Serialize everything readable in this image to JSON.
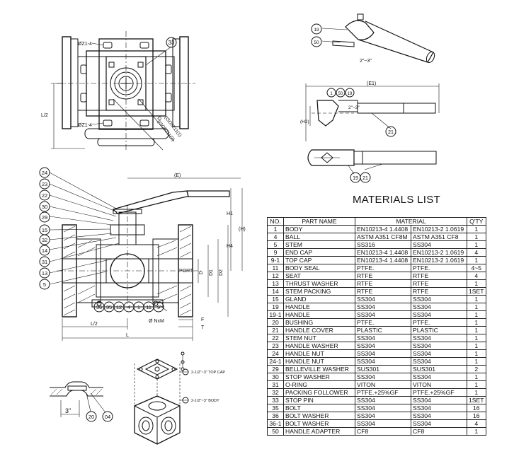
{
  "title": "MATERIALS LIST",
  "table": {
    "headers": [
      "NO.",
      "PART NAME",
      "MATERIAL",
      "Q'TY"
    ],
    "rows": [
      [
        "1",
        "BODY",
        "EN10213-4 1.4408",
        "EN10213-2 1.0619",
        "1"
      ],
      [
        "4",
        "BALL",
        "ASTM A351 CF8M",
        "ASTM A351 CF8",
        "1"
      ],
      [
        "5",
        "STEM",
        "SS316",
        "SS304",
        "1"
      ],
      [
        "9",
        "END CAP",
        "EN10213-4 1.4408",
        "EN10213-2 1.0619",
        "4"
      ],
      [
        "9-1",
        "TOP CAP",
        "EN10213-4 1.4408",
        "EN10213-2 1.0619",
        "1"
      ],
      [
        "11",
        "BODY SEAL",
        "PTFE.",
        "PTFE.",
        "4~5"
      ],
      [
        "12",
        "SEAT",
        "RTFE",
        "RTFE",
        "4"
      ],
      [
        "13",
        "THRUST WASHER",
        "RTFE",
        "RTFE",
        "1"
      ],
      [
        "14",
        "STEM PACKING",
        "RTFE",
        "RTFE",
        "1SET"
      ],
      [
        "15",
        "GLAND",
        "SS304",
        "SS304",
        "1"
      ],
      [
        "19",
        "HANDLE",
        "SS304",
        "SS304",
        "1"
      ],
      [
        "19-1",
        "HANDLE",
        "SS304",
        "SS304",
        "1"
      ],
      [
        "20",
        "BUSHING",
        "PTFE.",
        "PTFE.",
        "1"
      ],
      [
        "21",
        "HANDLE COVER",
        "PLASTIC",
        "PLASTIC",
        "1"
      ],
      [
        "22",
        "STEM NUT",
        "SS304",
        "SS304",
        "1"
      ],
      [
        "23",
        "HANDLE WASHER",
        "SS304",
        "SS304",
        "1"
      ],
      [
        "24",
        "HANDLE NUT",
        "SS304",
        "SS304",
        "1"
      ],
      [
        "24-1",
        "HANDLE NUT",
        "SS304",
        "SS304",
        "1"
      ],
      [
        "29",
        "BELLEVILLE WASHER",
        "SUS301",
        "SUS301",
        "2"
      ],
      [
        "30",
        "STOP WASHER",
        "SS304",
        "SS304",
        "1"
      ],
      [
        "31",
        "O-RING",
        "VITON",
        "VITON",
        "1"
      ],
      [
        "32",
        "PACKING FOLLOWER",
        "PTFE.+25%GF",
        "PTFE.+25%GF",
        "1"
      ],
      [
        "33",
        "STOP PIN",
        "SS304",
        "SS304",
        "1SET"
      ],
      [
        "35",
        "BOLT",
        "SS304",
        "SS304",
        "16"
      ],
      [
        "36",
        "BOLT WASHER",
        "SS304",
        "SS304",
        "16"
      ],
      [
        "36-1",
        "BOLT WASHER",
        "SS304",
        "SS304",
        "4"
      ],
      [
        "50",
        "HANDLE ADAPTER",
        "CF8",
        "CF8",
        "1"
      ]
    ]
  },
  "labels": {
    "oz1_top": "ØZ1-4",
    "oz1_bottom": "ØZ1-4",
    "l2_left": "L/2",
    "d": "D",
    "iso_top": "(ISO5211(2)",
    "iso_bottom": "(ISO5211(1)",
    "bubble_33": "33",
    "bubble_19_top": "19",
    "bubble_50_top": "50",
    "size_top": "2\"~3\"",
    "e1": "(E1)",
    "bubble_1_mid": "1",
    "bubble_50_mid": "50",
    "bubble_19_mid": "19",
    "h2": "(H2)",
    "size_mid": "2\"~3\"",
    "bubble_21_mid": "21",
    "bubble_19_low": "19",
    "bubble_21_low": "21",
    "left_bubbles": [
      "24",
      "23",
      "22",
      "30",
      "29",
      "15",
      "32",
      "14",
      "31",
      "13",
      "5"
    ],
    "e": "(E)",
    "h1": "H1",
    "h": "(H)",
    "h4": "H4",
    "port": "PORT",
    "d_group": [
      "D",
      "D1",
      "D2"
    ],
    "bottom_bubbles": [
      "36",
      "35",
      "12",
      "4",
      "1",
      "11",
      "9"
    ],
    "nxm": "Ø NxM",
    "f": "F",
    "t": "T",
    "l2_bottom": "L/2",
    "l": "L",
    "top_cap_note": "2-1/2\"~3\" TOP CAP",
    "body_note": "2-1/2\"~3\" BODY",
    "sz_3in": "3\"",
    "bubble_20": "20",
    "bubble_04": "04"
  }
}
